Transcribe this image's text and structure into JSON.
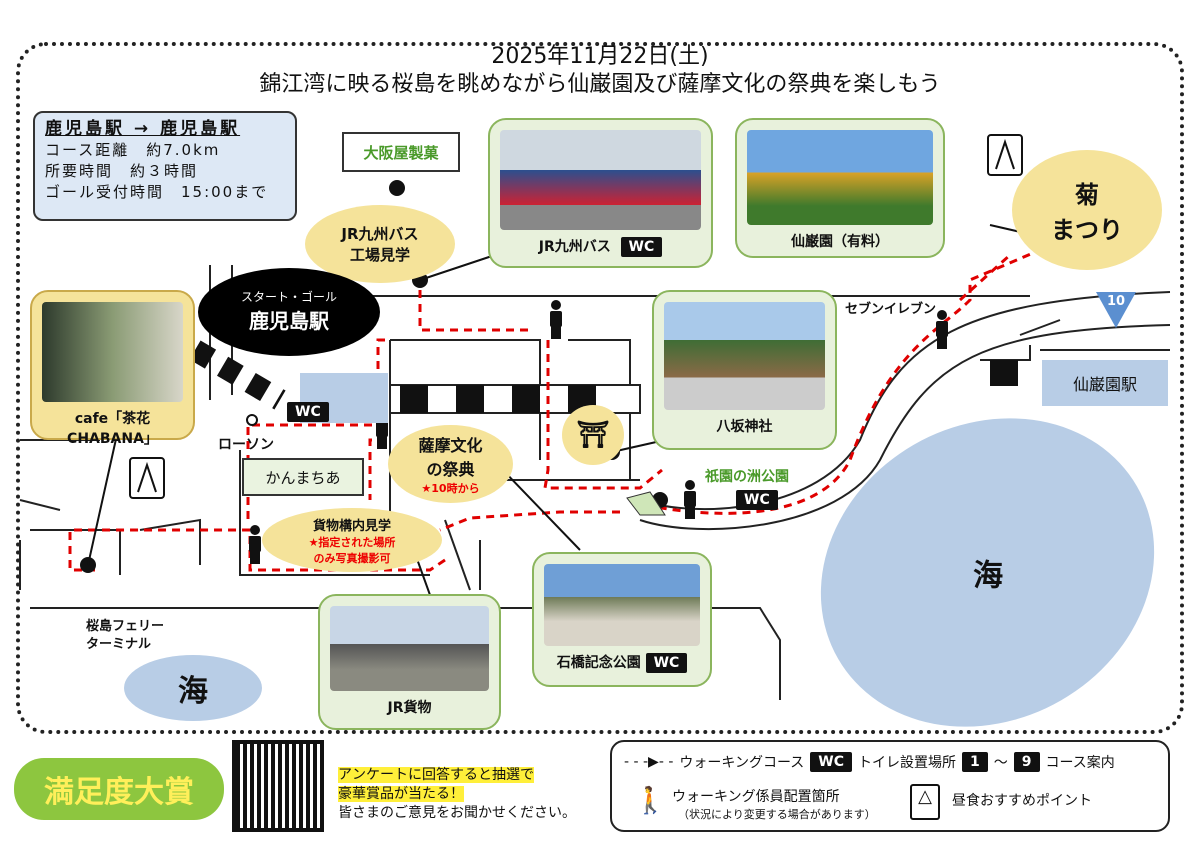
{
  "header": {
    "date": "2025年11月22日(土)",
    "subtitle": "錦江湾に映る桜島を眺めながら仙巌園及び薩摩文化の祭典を楽しもう"
  },
  "info": {
    "route": "鹿児島駅 → 鹿児島駅",
    "rows": [
      "コース距離　約7.0km",
      "所要時間　約３時間",
      "ゴール受付時間　15:00まで"
    ]
  },
  "places": {
    "osakaya": "大阪屋製菓",
    "bus_bubble": [
      "JR九州バス",
      "工場見学"
    ],
    "bus_card": "JR九州バス",
    "sengan_card": "仙巌園（有料）",
    "kiku": [
      "菊",
      "まつり"
    ],
    "start": {
      "small": "スタート・ゴール",
      "big": "鹿児島駅"
    },
    "cafe": "cafe「茶花CHABANA」",
    "lawson": "ローソン",
    "kanmachia": "かんまちあ",
    "satsuma": {
      "lines": [
        "薩摩文化",
        "の祭典"
      ],
      "note": "★10時から"
    },
    "kamotsu": {
      "title": "貨物構内見学",
      "note1": "★指定された場所",
      "note2": "のみ写真撮影可"
    },
    "yasaka": "八坂神社",
    "shrine_symbol": "⛩",
    "gion": "祇園の洲公園",
    "seven": "セブンイレブン",
    "route_no": "10",
    "sengan_station": "仙巌園駅",
    "sea": "海",
    "ferry": [
      "桜島フェリー",
      "ターミナル"
    ],
    "ishibashi": "石橋記念公園",
    "jr_kamotsu": "JR貨物",
    "wc": "WC"
  },
  "footer": {
    "award": "満足度大賞",
    "survey": [
      "アンケートに回答すると抽選で",
      "豪華賞品が当たる！",
      "皆さまのご意見をお聞かせください。"
    ],
    "legend": {
      "course": "ウォーキングコース",
      "wc": "WC",
      "toilet": "トイレ設置場所",
      "n1": "1",
      "tilde": "～",
      "n9": "9",
      "guide": "コース案内",
      "staff": "ウォーキング係員配置箇所",
      "staff_note": "（状況により変更する場合があります）",
      "lunch": "昼食おすすめポイント"
    }
  },
  "colors": {
    "route": "#e00000",
    "sea": "#b8cde6",
    "bubble": "#f5e39a",
    "card": "#8bb55d",
    "award": "#8dc63f"
  }
}
